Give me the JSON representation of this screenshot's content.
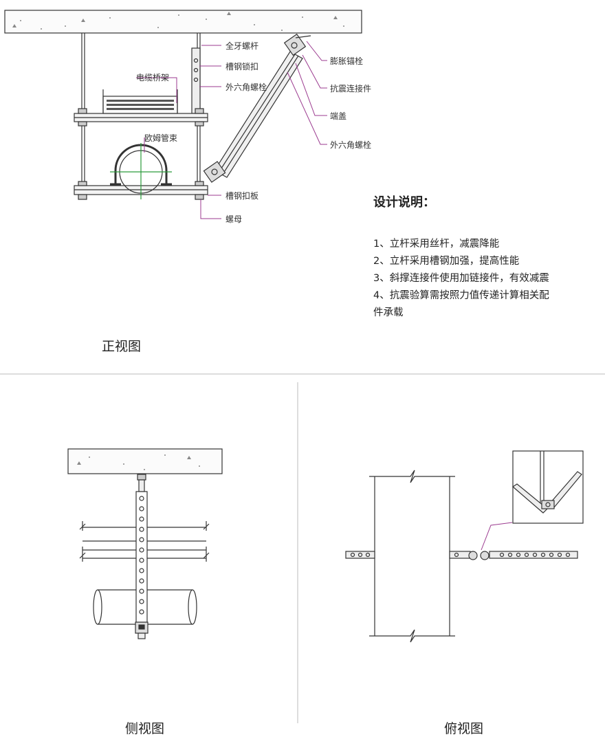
{
  "front_view": {
    "title": "正视图",
    "callouts": {
      "full_thread_rod": "全牙螺杆",
      "channel_lock": "槽钢锁扣",
      "hex_bolt_1": "外六角螺栓",
      "cable_tray": "电缆桥架",
      "omega_clamp": "欧姆管束",
      "channel_plate": "槽钢扣板",
      "nut": "螺母",
      "expansion_anchor": "膨胀锚栓",
      "seismic_connector": "抗震连接件",
      "end_cap": "端盖",
      "hex_bolt_2": "外六角螺栓"
    }
  },
  "design_notes": {
    "title": "设计说明：",
    "items": [
      "1、立杆采用丝杆，减震降能",
      "2、立杆采用槽钢加强，提高性能",
      "3、斜撑连接件使用加链接件，有效减震",
      "4、抗震验算需按照力值传递计算相关配件承载"
    ]
  },
  "side_view": {
    "title": "侧视图"
  },
  "top_view": {
    "title": "俯视图"
  },
  "colors": {
    "callout_line": "#9b3a8f",
    "pipe_center": "#2a9a3a",
    "line": "#333333"
  }
}
